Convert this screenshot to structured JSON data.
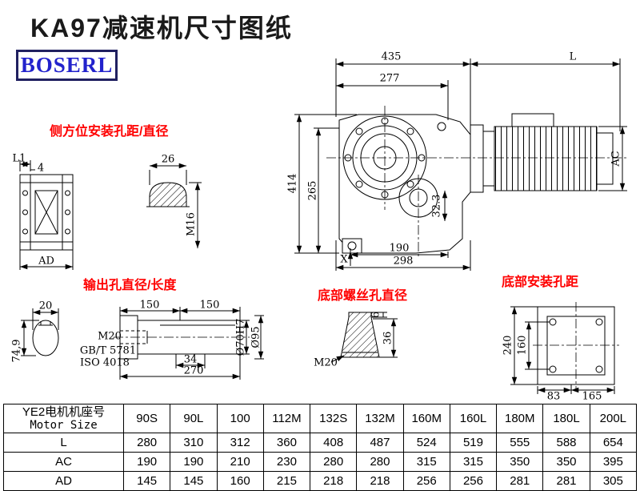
{
  "page": {
    "title": "KA97减速机尺寸图纸",
    "logo": "BOSERL"
  },
  "labels": {
    "side_mount": "侧方位安装孔距/直径",
    "output_hole": "输出孔直径/长度",
    "bottom_screw": "底部螺丝孔直径",
    "bottom_mount": "底部安装孔距"
  },
  "main_view": {
    "d435": "435",
    "dL": "L",
    "d277": "277",
    "d414": "414",
    "d265": "265",
    "d32_3": "32.3",
    "dAC": "AC",
    "d190": "190",
    "d298": "298",
    "dX": "X"
  },
  "side_view": {
    "dL1": "L1",
    "d4": "4",
    "dAD": "AD"
  },
  "plug_view": {
    "d26": "26",
    "dM16": "M16"
  },
  "output_view": {
    "d20": "20",
    "d74_9": "74,9",
    "d150a": "150",
    "d150b": "150",
    "dM20": "M20",
    "std1": "GB/T 5781",
    "std2": "ISO 4018",
    "d34": "34",
    "d270": "270",
    "d70": "Ø70H7",
    "d95": "Ø95"
  },
  "screw_view": {
    "d6": "6",
    "d36": "36",
    "dM20": "M20"
  },
  "bottom_view": {
    "d240": "240",
    "d160": "160",
    "d83": "83",
    "d165": "165"
  },
  "table": {
    "header_cn": "YE2电机机座号",
    "header_en": "Motor Size",
    "columns": [
      "90S",
      "90L",
      "100",
      "112M",
      "132S",
      "132M",
      "160M",
      "160L",
      "180M",
      "180L",
      "200L"
    ],
    "rows": [
      {
        "label": "L",
        "values": [
          "280",
          "310",
          "312",
          "360",
          "408",
          "487",
          "524",
          "519",
          "555",
          "588",
          "654"
        ]
      },
      {
        "label": "AC",
        "values": [
          "190",
          "190",
          "210",
          "230",
          "280",
          "280",
          "315",
          "315",
          "350",
          "350",
          "395"
        ]
      },
      {
        "label": "AD",
        "values": [
          "145",
          "145",
          "160",
          "215",
          "218",
          "218",
          "256",
          "256",
          "281",
          "281",
          "305"
        ]
      }
    ]
  }
}
